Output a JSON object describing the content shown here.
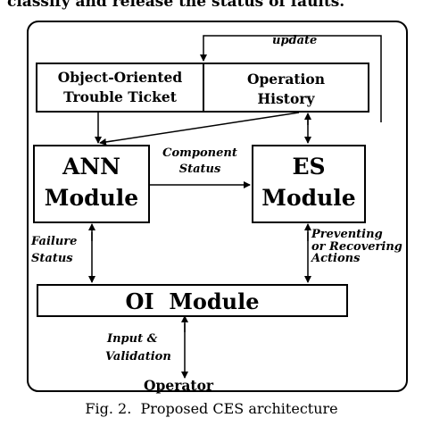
{
  "header_text": "classify and release the status of faults.",
  "boxes": {
    "trouble_ticket": {
      "line1": "Object-Oriented",
      "line2": "Trouble Ticket"
    },
    "operation_history": {
      "line1": "Operation",
      "line2": "History"
    },
    "ann_module": {
      "line1": "ANN",
      "line2": "Module"
    },
    "es_module": {
      "line1": "ES",
      "line2": "Module"
    },
    "oi_module": {
      "label": "OI  Module"
    }
  },
  "labels": {
    "update": "update",
    "component_status_1": "Component",
    "component_status_2": "Status",
    "failure_status_1": "Failure",
    "failure_status_2": "Status",
    "preventing_1": "Preventing",
    "preventing_2": "or Recovering",
    "preventing_3": "Actions",
    "input_1": "Input &",
    "input_2": "Validation",
    "operator": "Operator"
  },
  "caption": "Fig. 2.  Proposed CES architecture"
}
